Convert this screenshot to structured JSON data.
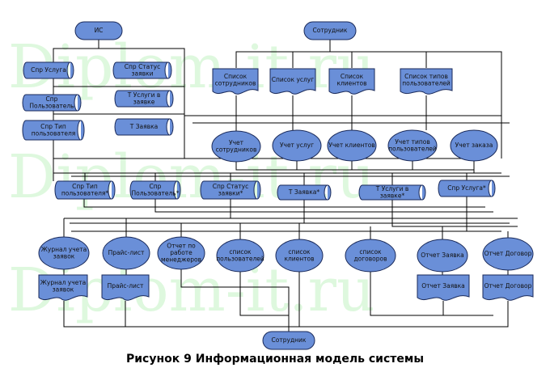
{
  "watermark": "Diplom-it.ru",
  "caption": "Рисунок 9 Информационная модель системы",
  "colors": {
    "fill": "#6a8fd8",
    "stroke": "#1a2a5a",
    "line": "#000000",
    "watermark": "#d9f7d9"
  },
  "nodes": {
    "is": "ИС",
    "employee_top": "Сотрудник",
    "spr_uslug": "Спр Услуга",
    "spr_status_zayavki": "Спр Статус заявки",
    "spr_polzovatel": "Спр Пользователь",
    "t_uslugi_v_zayavke": "Т Услуги в заявке",
    "spr_tip_polzovatelya": "Спр Тип пользователя",
    "t_zayavka": "Т Заявка",
    "spisok_sotrudnikov": "Список сотрудников",
    "spisok_uslug": "Список услуг",
    "spisok_klientov": "Список клиентов",
    "spisok_tipov_polzovateley": "Список типов пользователей",
    "uchet_sotrudnikov": "Учет сотрудников",
    "uchet_uslug": "Учет услуг",
    "uchet_klientov": "Учет клиентов",
    "uchet_tipov_polzovateley": "Учет типов пользователей",
    "uchet_zakaza": "Учет заказа",
    "spr_tip_polzovatelya_2": "Спр Тип пользователя*",
    "spr_polzovatel_2": "Спр Пользователь*",
    "spr_status_zayavki_2": "Спр Статус заявки*",
    "t_zayavka_2": "Т Заявка*",
    "t_uslugi_v_zayavke_2": "Т Услуги в заявке*",
    "spr_usluga_2": "Спр Услуга*",
    "zhurnal_ucheta_zayavok": "Журнал учета заявок",
    "prays_list": "Прайс-лист",
    "otchet_po_rabote": "Отчет по работе менеджеров",
    "spisok_polzovateley": "список пользователей",
    "spisok_klientov_2": "список клиентов",
    "spisok_dogovorov": "список договоров",
    "otchet_zayavka": "Отчет Заявка",
    "otchet_dogovor": "Отчет Договор",
    "zhurnal_ucheta_zayavok_doc": "Журнал учета заявок",
    "prays_list_doc": "Прайс-лист",
    "otchet_zayavka_doc": "Отчет Заявка",
    "otchet_dogovor_doc": "Отчет Договор",
    "employee_bottom": "Сотрудник"
  }
}
